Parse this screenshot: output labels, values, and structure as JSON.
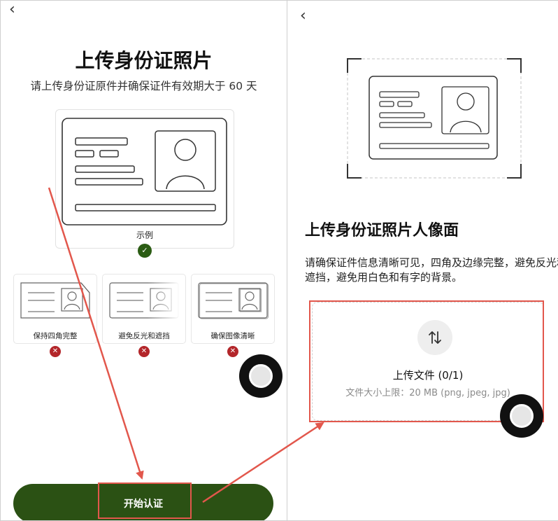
{
  "left": {
    "back_glyph": "‹",
    "title": "上传身份证照片",
    "subtitle": "请上传身份证原件并确保证件有效期大于 60 天",
    "example": {
      "label": "示例",
      "status": "ok"
    },
    "bad_examples": [
      {
        "label": "保持四角完整"
      },
      {
        "label": "避免反光和遮挡"
      },
      {
        "label": "确保图像清晰"
      }
    ],
    "start_button": "开始认证"
  },
  "right": {
    "back_glyph": "‹",
    "title": "上传身份证照片人像面",
    "description": "请确保证件信息清晰可见，四角及边缘完整，避免反光和遮挡，避免用白色和有字的背景。",
    "upload": {
      "title": "上传文件 (0/1)",
      "hint": "文件大小上限：20 MB (png, jpeg, jpg)"
    }
  },
  "colors": {
    "brand_green": "#2b5114",
    "ok_badge": "#2b5c14",
    "error_badge": "#b3262a",
    "annotation_red": "#e2574c"
  },
  "icons": [
    "chevron-left-icon",
    "id-card-icon",
    "checkmark-icon",
    "cross-icon",
    "upload-swap-icon",
    "record-button-icon"
  ]
}
